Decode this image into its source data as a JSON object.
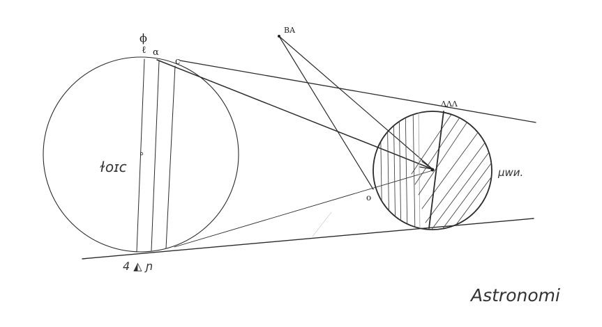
{
  "labels": {
    "top_mark": "ϕ",
    "top_left_glyph": "ℓ",
    "top_mid_glyph": "α",
    "top_right_glyph": "c",
    "observer_point": "BA",
    "large_body": "ɫoɪc",
    "small_body_top": "ΛΛΛ",
    "small_body_right": "μwи.",
    "origin": "o",
    "bottom_glyphs": "4 ◭ ɲ",
    "signature": "Astronomi"
  },
  "colors": {
    "ink": "#2a2a2a",
    "paper": "#ffffff"
  }
}
